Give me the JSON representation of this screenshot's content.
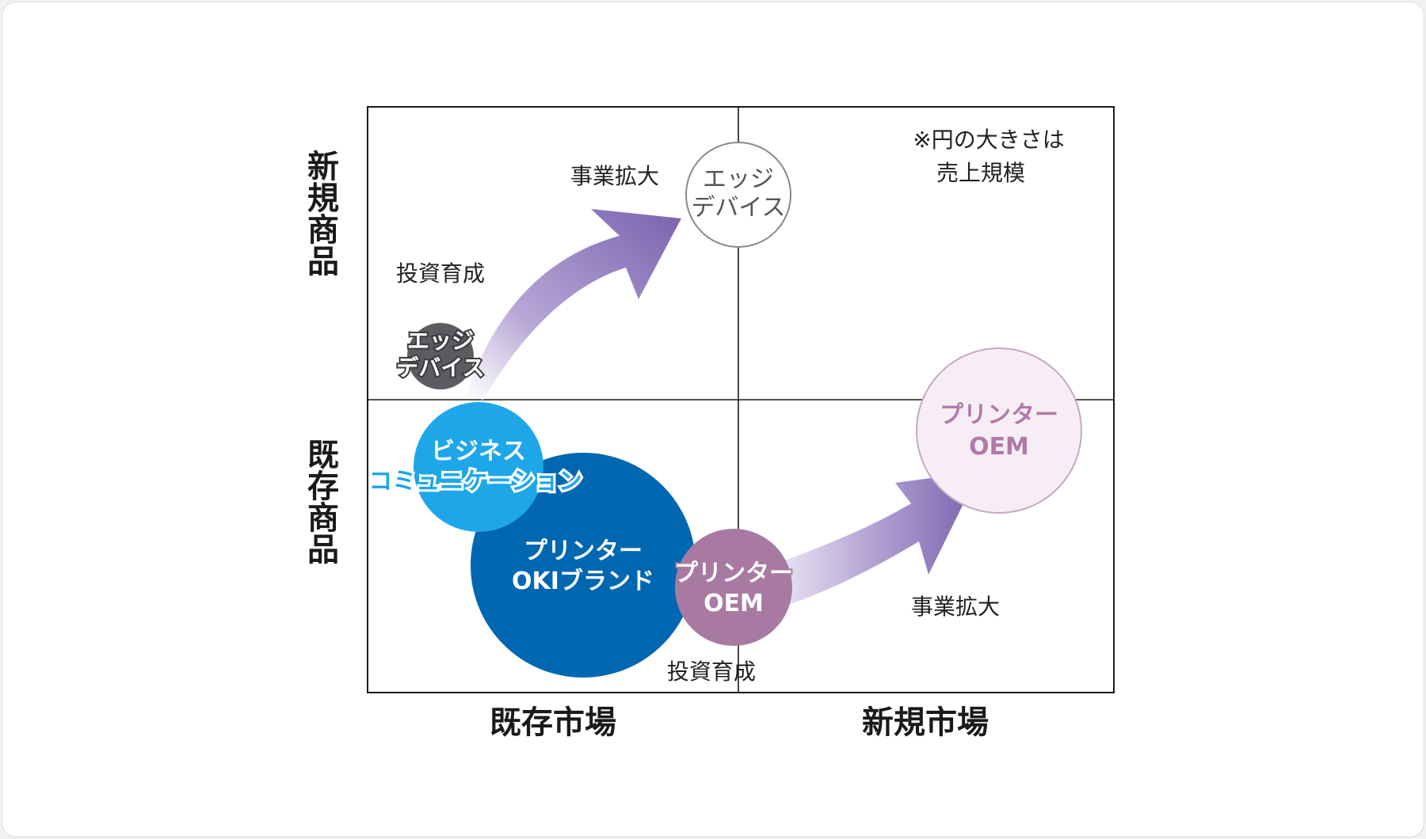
{
  "colors": {
    "frame": "#1a1a1a",
    "edge_device_existing": "#5a5c60",
    "edge_device_new_stroke": "#8a8a8a",
    "business_comm": "#1ea7e8",
    "printer_oki_brand": "#0067b0",
    "printer_oem_existing": "#a87aa2",
    "printer_oem_new_fill": "#f7eef5",
    "printer_oem_new_stroke": "#c6a8c3",
    "printer_oem_new_text": "#b07aa8",
    "arrow_purple": "#7b64b0"
  },
  "axes": {
    "y_top": "新規商品",
    "y_bottom": "既存商品",
    "x_left": "既存市場",
    "x_right": "新規市場"
  },
  "note": {
    "line1": "※円の大きさは",
    "line2": "売上規模"
  },
  "stages": {
    "invest_top": "投資育成",
    "expand_top": "事業拡大",
    "invest_bottom": "投資育成",
    "expand_bottom": "事業拡大"
  },
  "bubbles": {
    "edge_device_existing": {
      "line1": "エッジ",
      "line2": "デバイス"
    },
    "edge_device_new": {
      "line1": "エッジ",
      "line2": "デバイス"
    },
    "business_comm": {
      "line1": "ビジネス",
      "line2": "コミュニケーション"
    },
    "printer_oki_brand": {
      "line1": "プリンター",
      "line2": "OKIブランド"
    },
    "printer_oem_existing": {
      "line1": "プリンター",
      "line2": "OEM"
    },
    "printer_oem_new": {
      "line1": "プリンター",
      "line2": "OEM"
    }
  }
}
